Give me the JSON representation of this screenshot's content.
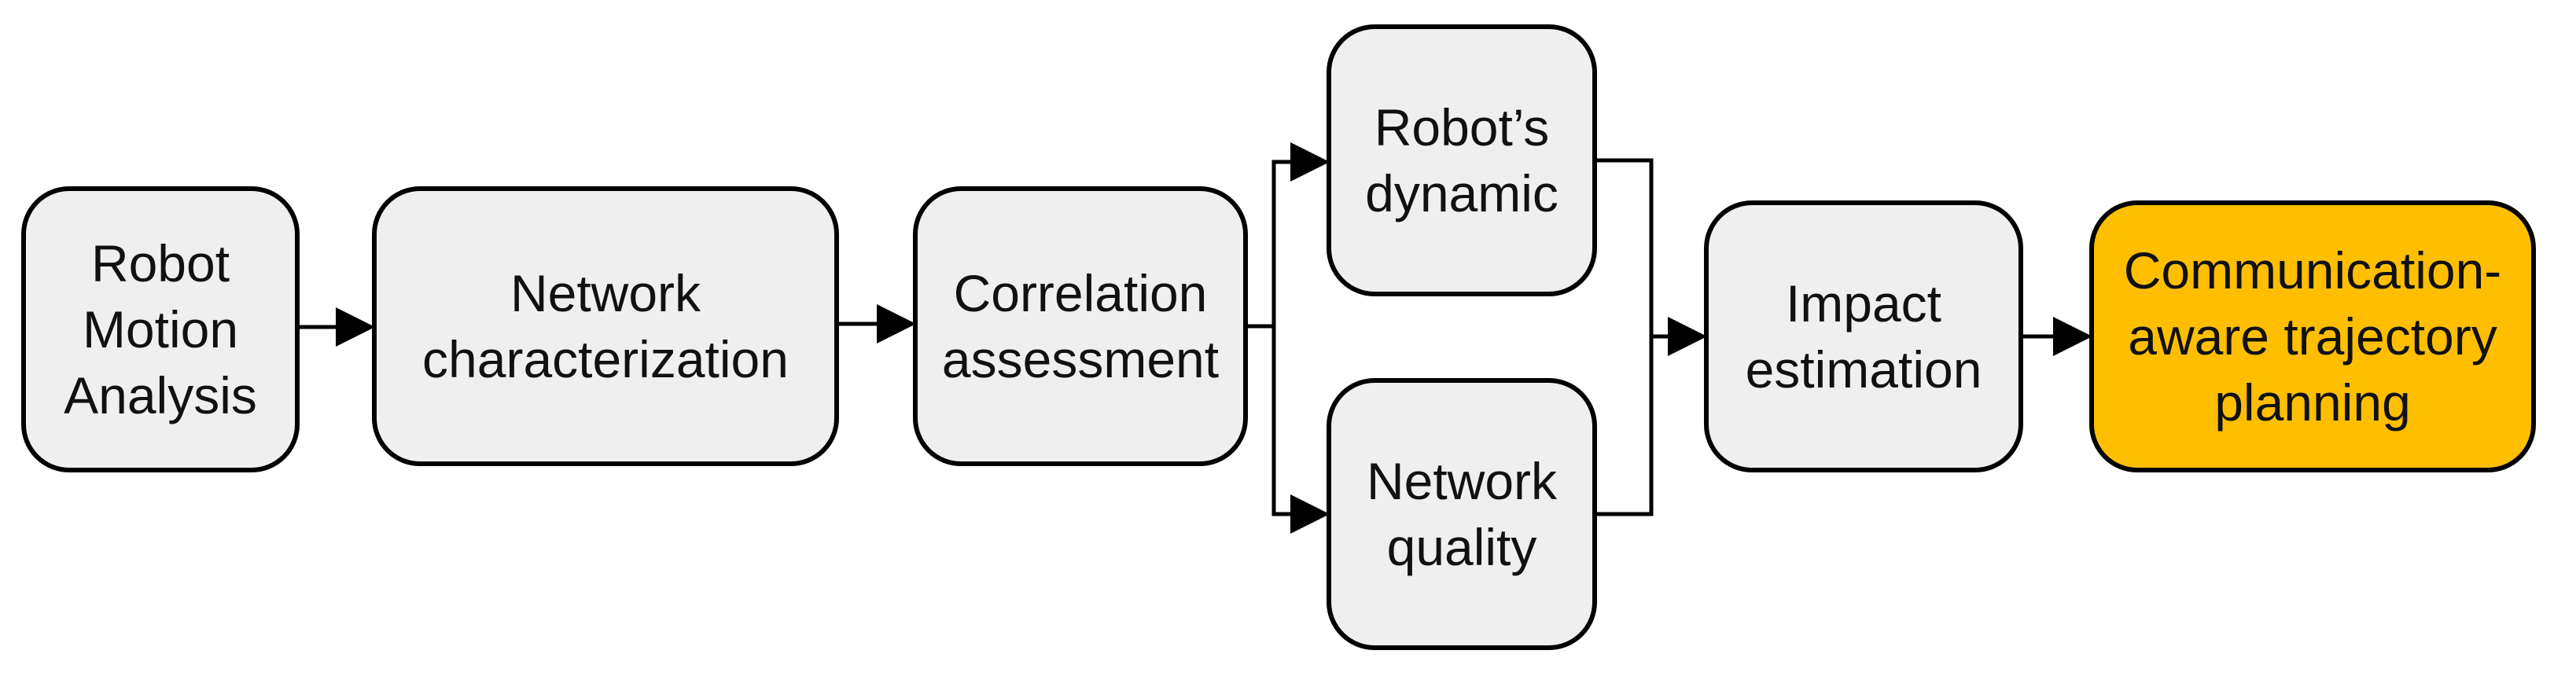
{
  "colors": {
    "box_fill": "#efefef",
    "highlight_fill": "#ffbf00",
    "stroke": "#000000",
    "text": "#111111"
  },
  "nodes": [
    {
      "id": "robot-motion-analysis",
      "lines": [
        "Robot",
        "Motion",
        "Analysis"
      ]
    },
    {
      "id": "network-characterization",
      "lines": [
        "Network",
        "characterization"
      ]
    },
    {
      "id": "correlation-assessment",
      "lines": [
        "Correlation",
        "assessment"
      ]
    },
    {
      "id": "robots-dynamic",
      "lines": [
        "Robot’s",
        "dynamic"
      ]
    },
    {
      "id": "network-quality",
      "lines": [
        "Network",
        "quality"
      ]
    },
    {
      "id": "impact-estimation",
      "lines": [
        "Impact",
        "estimation"
      ]
    },
    {
      "id": "communication-aware-trajectory-planning",
      "lines": [
        "Communication-",
        "aware trajectory",
        "planning"
      ],
      "highlight": true
    }
  ],
  "edges": [
    {
      "from": "robot-motion-analysis",
      "to": "network-characterization"
    },
    {
      "from": "network-characterization",
      "to": "correlation-assessment"
    },
    {
      "from": "correlation-assessment",
      "to": "robots-dynamic"
    },
    {
      "from": "correlation-assessment",
      "to": "network-quality"
    },
    {
      "from": "robots-dynamic",
      "to": "impact-estimation"
    },
    {
      "from": "network-quality",
      "to": "impact-estimation"
    },
    {
      "from": "impact-estimation",
      "to": "communication-aware-trajectory-planning"
    }
  ]
}
